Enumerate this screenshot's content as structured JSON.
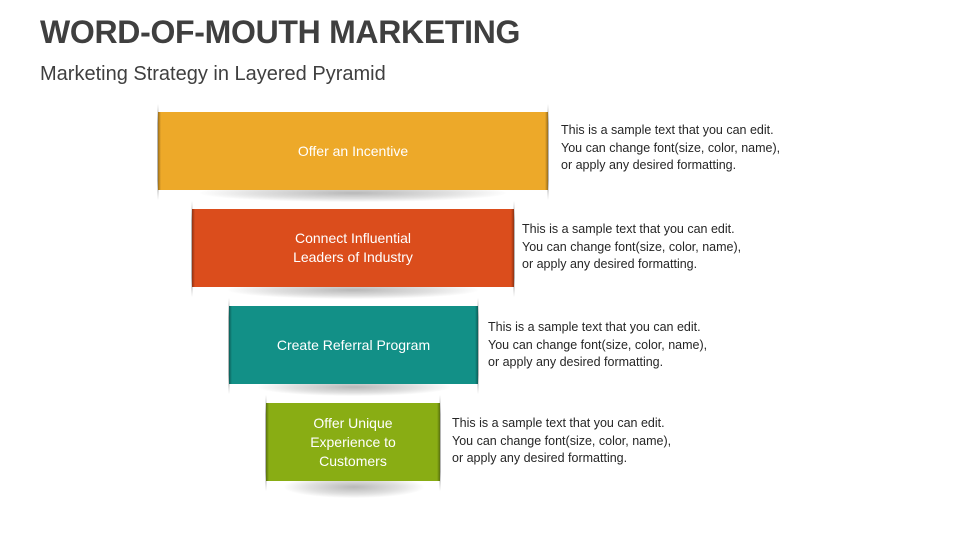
{
  "header": {
    "title": "WORD-OF-MOUTH MARKETING",
    "subtitle": "Marketing Strategy in Layered Pyramid"
  },
  "pyramid": {
    "layers": [
      {
        "label": "Offer an Incentive",
        "color": "#EDA929",
        "description": [
          "This is a sample text that you can edit.",
          "You can change font(size, color, name),",
          "or apply any desired formatting."
        ]
      },
      {
        "label": "Connect Influential Leaders of Industry",
        "label_lines": [
          "Connect Influential",
          "Leaders of Industry"
        ],
        "color": "#DB4D1C",
        "description": [
          "This is a sample text that you can edit.",
          "You can change font(size, color, name),",
          "or apply any desired formatting."
        ]
      },
      {
        "label": "Create Referral Program",
        "color": "#129087",
        "description": [
          "This is a sample text that you can edit.",
          "You can change font(size, color, name),",
          "or apply any desired formatting."
        ]
      },
      {
        "label": "Offer Unique Experience to Customers",
        "label_lines": [
          "Offer Unique",
          "Experience to",
          "Customers"
        ],
        "color": "#89AD14",
        "description": [
          "This is a sample text that you can edit.",
          "You can change font(size, color, name),",
          "or apply any desired formatting."
        ]
      }
    ]
  }
}
